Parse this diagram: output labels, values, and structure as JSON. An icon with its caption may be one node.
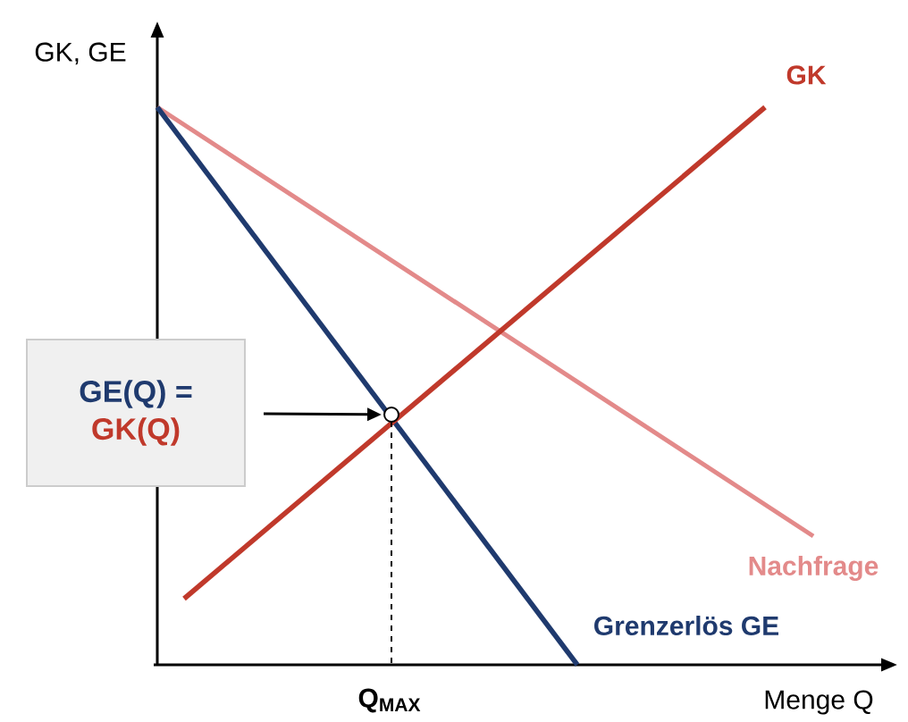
{
  "diagram": {
    "nodes": [
      {
        "text": [
          "GE(Q) =",
          "GK(Q)"
        ]
      },
      {
        "text": [],
        "shape": "circle"
      }
    ],
    "edges": [
      {
        "from": 0,
        "to": 1,
        "arrow": "to"
      }
    ],
    "labels": [
      "GK, GE",
      "GK",
      "Nachfrage",
      "Grenzerlös GE",
      "Q$_{MAX}$",
      "Menge Q"
    ]
  }
}
